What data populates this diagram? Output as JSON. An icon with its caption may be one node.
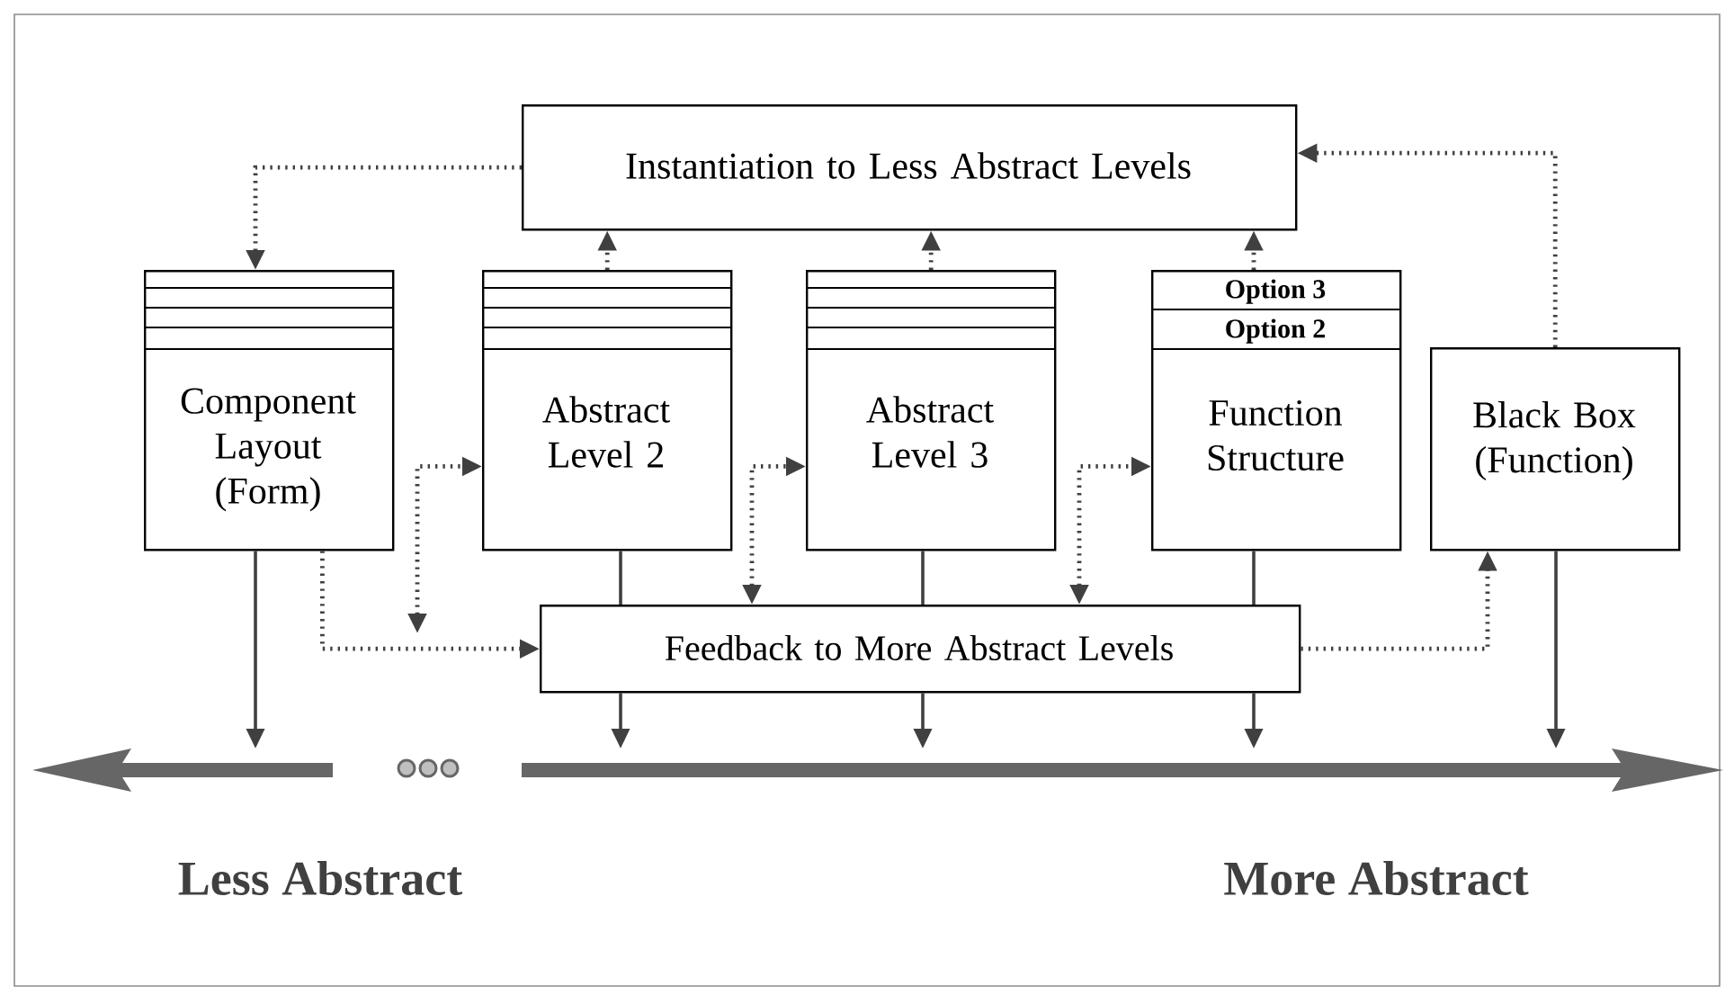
{
  "diagram": {
    "nodes": [
      {
        "text": [
          "Instantiation to Less Abstract Levels"
        ]
      },
      {
        "text": [
          "Component Layout (Form)"
        ]
      },
      {
        "text": [
          "Abstract Level 2"
        ]
      },
      {
        "text": [
          "Abstract Level 3"
        ]
      },
      {
        "text": [
          "Option 3",
          "Option 2",
          "Function Structure"
        ]
      },
      {
        "text": [
          "Black Box (Function)"
        ]
      },
      {
        "text": [
          "Feedback to More Abstract Levels"
        ]
      },
      {
        "text": [],
        "shape": "bar"
      }
    ],
    "edges": [
      {
        "from": 0,
        "to": 1,
        "arrow": "to",
        "style": "dashed"
      },
      {
        "from": 2,
        "to": 0,
        "arrow": "to",
        "style": "dashed"
      },
      {
        "from": 3,
        "to": 0,
        "arrow": "to",
        "style": "dashed"
      },
      {
        "from": 4,
        "to": 0,
        "arrow": "to",
        "style": "dashed"
      },
      {
        "from": 5,
        "to": 0,
        "arrow": "to",
        "style": "dashed"
      },
      {
        "from": null,
        "to": 2,
        "arrow": "both",
        "style": "dashed"
      },
      {
        "from": 6,
        "to": 3,
        "arrow": "both",
        "style": "dashed"
      },
      {
        "from": 6,
        "to": 4,
        "arrow": "both",
        "style": "dashed"
      },
      {
        "from": 1,
        "to": 6,
        "arrow": "to",
        "style": "dashed"
      },
      {
        "from": 6,
        "to": 5,
        "arrow": "to",
        "style": "dashed"
      },
      {
        "from": 1,
        "to": 7,
        "arrow": "to"
      },
      {
        "from": 2,
        "to": 6,
        "arrow": "none"
      },
      {
        "from": 3,
        "to": 6,
        "arrow": "none"
      },
      {
        "from": 4,
        "to": 6,
        "arrow": "none"
      },
      {
        "from": 6,
        "to": 7,
        "arrow": "to"
      },
      {
        "from": 6,
        "to": 7,
        "arrow": "to"
      },
      {
        "from": 6,
        "to": 7,
        "arrow": "to"
      },
      {
        "from": 5,
        "to": 7,
        "arrow": "to"
      }
    ],
    "labels": [
      "Less Abstract",
      "More Abstract"
    ]
  }
}
